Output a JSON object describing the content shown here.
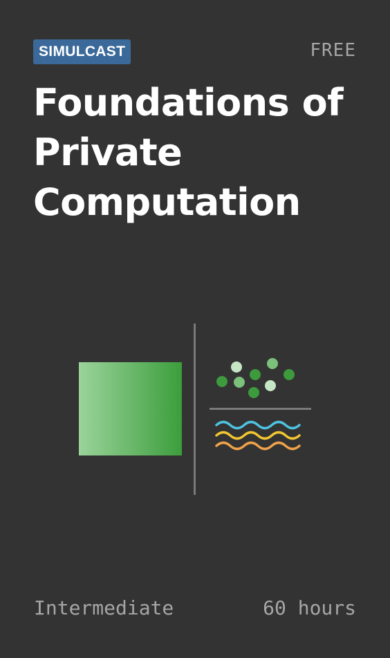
{
  "card": {
    "badge": "SIMULCAST",
    "price": "FREE",
    "title": "Foundations of Private Computation",
    "level": "Intermediate",
    "duration": "60 hours"
  },
  "illustration": {
    "icon": "private-computation-illustration",
    "colors": {
      "square_light": "#94cf94",
      "square_dark": "#3d9e3d",
      "divider": "#7a7a7a",
      "dot_dark": "#3d9a3d",
      "dot_mid": "#7bc07b",
      "dot_light": "#c5e6c5",
      "wave_blue": "#4ec3e0",
      "wave_yellow": "#f2c531",
      "wave_orange": "#f0a24a"
    }
  },
  "theme": {
    "background": "#333333",
    "badge_bg": "#3b6a9a",
    "text_primary": "#ffffff",
    "text_muted": "#a6a6a6"
  }
}
